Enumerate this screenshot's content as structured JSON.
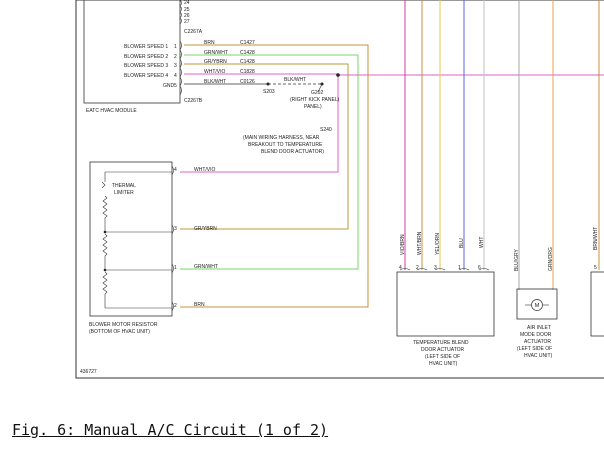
{
  "module": {
    "connector_top": "C2267A",
    "connector_bottom": "C2267B",
    "name": "EATC HVAC MODULE",
    "pin_numbers_top": [
      "24",
      "25",
      "26",
      "27"
    ],
    "pins": [
      {
        "pin": "1",
        "label": "BLOWER SPEED 1",
        "wire": "BRN",
        "circuit": "C1427"
      },
      {
        "pin": "2",
        "label": "BLOWER SPEED 2",
        "wire": "GRN/WHT",
        "circuit": "C1428"
      },
      {
        "pin": "3",
        "label": "BLOWER SPEED 3",
        "wire": "GR/YBRN",
        "circuit": "C1428"
      },
      {
        "pin": "4",
        "label": "BLOWER SPEED 4",
        "wire": "WHT/VIO",
        "circuit": "C1828"
      },
      {
        "pin": "5",
        "label": "GND",
        "wire": "BLK/WHT",
        "circuit": "C0126"
      }
    ]
  },
  "ground": {
    "wire_label": "BLK/WHT",
    "splice_left": "S203",
    "splice_right": "G202",
    "location": "(RIGHT KICK PANEL)",
    "location_2": "PANEL)"
  },
  "splice": {
    "id": "S240",
    "note_1": "(MAIN WIRING HARNESS, NEAR",
    "note_2": "BREAKOUT TO TEMPERATURE",
    "note_3": "BLEND DOOR ACTUATOR)"
  },
  "resistor": {
    "limiter_1": "THERMAL",
    "limiter_2": "LIMITER",
    "name_1": "BLOWER MOTOR RESISTOR",
    "name_2": "(BOTTOM OF HVAC UNIT)",
    "pins": [
      {
        "pin": "4",
        "wire": "WHT/VIO"
      },
      {
        "pin": "3",
        "wire": "GR/YBRN"
      },
      {
        "pin": "1",
        "wire": "GRN/WHT"
      },
      {
        "pin": "2",
        "wire": "BRN"
      }
    ]
  },
  "actuator_temp": {
    "name_1": "TEMPERATURE BLEND",
    "name_2": "DOOR ACTUATOR",
    "name_3": "(LEFT SIDE OF",
    "name_4": "HVAC UNIT)",
    "wires": [
      "VIO/BRN",
      "WHT/BRN",
      "YEL/ORN",
      "BLU",
      "WHT"
    ],
    "pins": [
      "4",
      "2",
      "3",
      "1",
      "6"
    ]
  },
  "actuator_air": {
    "name_1": "AIR INLET",
    "name_2": "MODE DOOR",
    "name_3": "ACTUATOR",
    "name_4": "(LEFT SIDE OF",
    "name_5": "HVAC UNIT)",
    "wires": [
      "BLU/GRY",
      "GRN/ORG"
    ],
    "motor_symbol": "M"
  },
  "right_edge": {
    "wire": "BRN/WHT",
    "pin": "5"
  },
  "figure_number": "436727",
  "caption": "Fig. 6: Manual A/C Circuit (1 of 2)",
  "colors": {
    "brn": "#c8903c",
    "grn_wht": "#7ad46a",
    "gr_ybrn": "#bf9a3a",
    "wht_vio": "#e060c8",
    "vio": "#d63aa8",
    "yel": "#e8c94a",
    "blu": "#5a64e6",
    "gry": "#a8a8a8",
    "wht_line": "#c0c0c0",
    "orange": "#e8a550"
  }
}
